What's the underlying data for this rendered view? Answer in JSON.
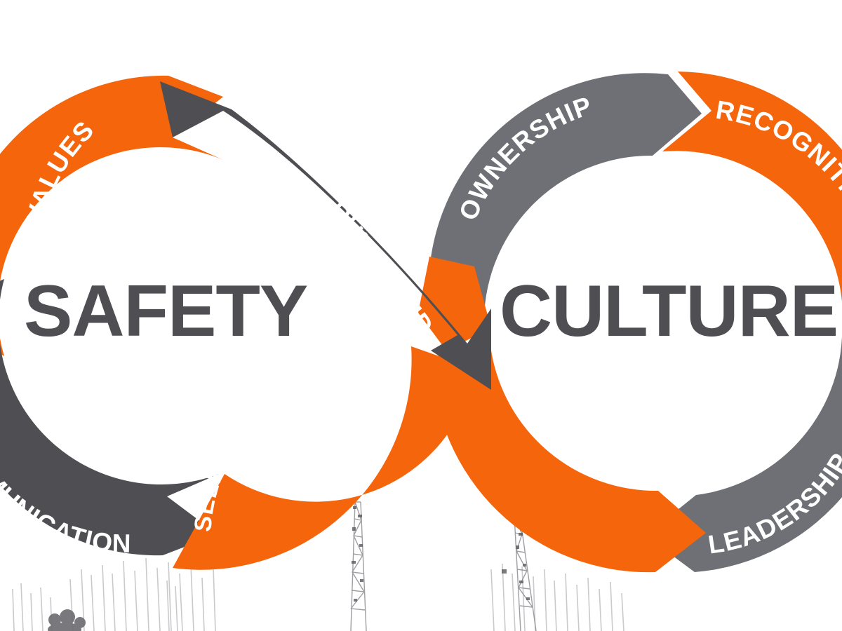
{
  "diagram": {
    "type": "infinity-loop-cycle",
    "title_left": "SAFETY",
    "title_right": "CULTURE",
    "colors": {
      "orange": "#f4650c",
      "dark_gray": "#4e4e53",
      "mid_gray": "#6f7075",
      "text_white": "#ffffff",
      "background": "#ffffff"
    },
    "left_loop": {
      "center_word": "SAFETY",
      "segments": [
        {
          "label": "VALUES",
          "color": "orange",
          "position": "upper-left",
          "truncated": true
        },
        {
          "label": "RULES AND",
          "color": "dark_gray",
          "position": "upper-right-diagonal",
          "truncated": false
        },
        {
          "label": "SELF-VERIFICATION",
          "color": "orange",
          "position": "lower-right",
          "truncated": true
        },
        {
          "label": "COMMUNICATION",
          "color": "dark_gray",
          "position": "lower-left",
          "truncated": true
        }
      ]
    },
    "right_loop": {
      "center_word": "CULTURE",
      "segments": [
        {
          "label": "OWNERSHIP",
          "color": "mid_gray",
          "position": "upper-left",
          "truncated": false
        },
        {
          "label": "RECOGNITION",
          "color": "orange",
          "position": "upper-right",
          "truncated": true
        },
        {
          "label": "LEADERSHIP",
          "color": "mid_gray",
          "position": "lower-right",
          "truncated": true
        },
        {
          "label": "PROCEDURES",
          "color": "orange",
          "position": "lower-left",
          "truncated": false
        }
      ]
    },
    "band_labels": {
      "values": "VALUES",
      "rules_and": "RULES AND",
      "self_verification": "SELF-VERIFICATION",
      "communication": "COMMUNICATION",
      "ownership": "OWNERSHIP",
      "recognition": "RECOGNITION",
      "leadership": "LEADERSHIP",
      "procedures": "PROCEDURES"
    },
    "background_imagery": "faded lattice tower / antenna structures along bottom edge"
  }
}
